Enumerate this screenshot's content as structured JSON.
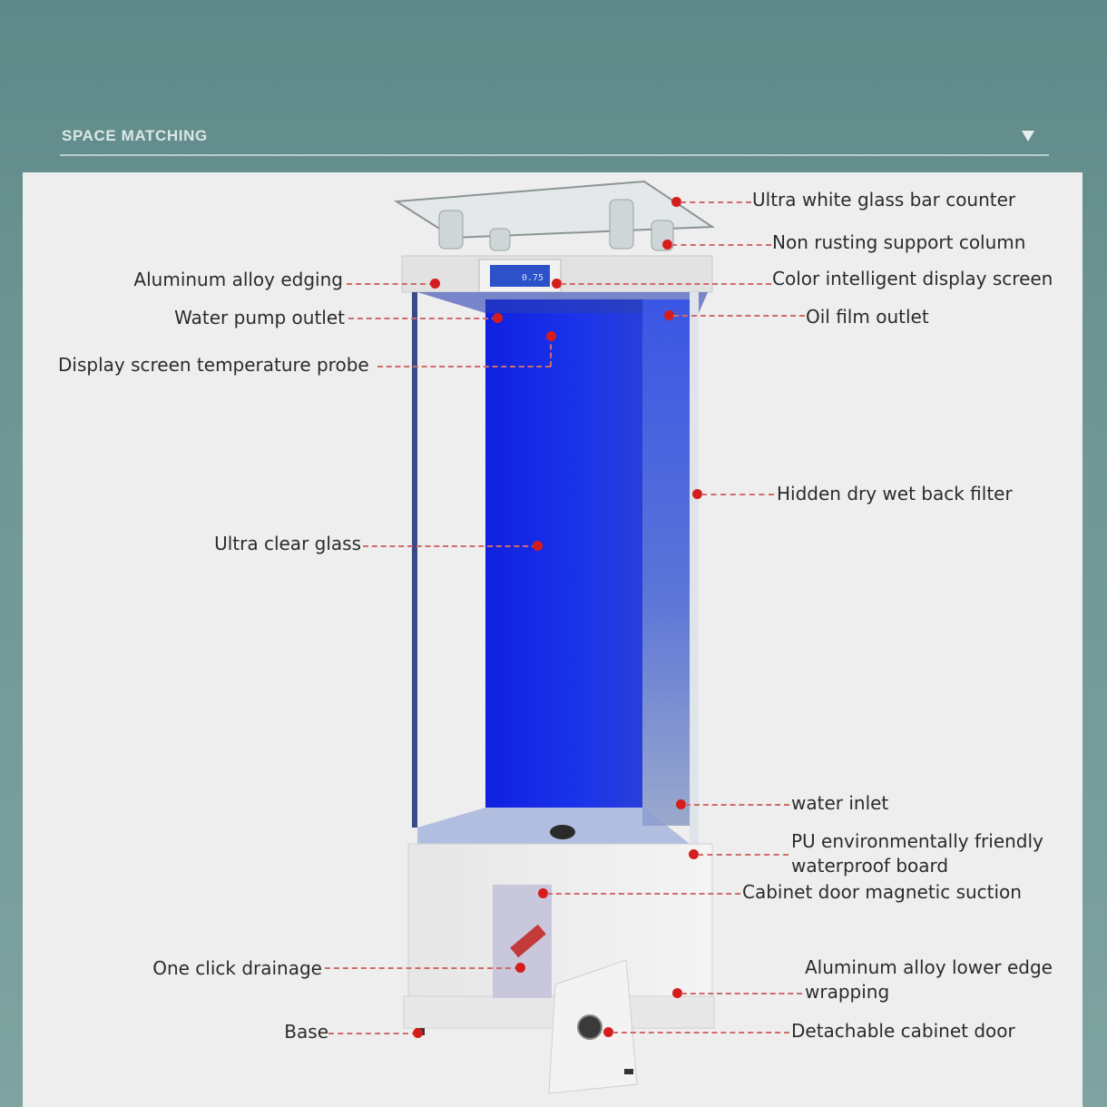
{
  "header": {
    "title": "SPACE MATCHING",
    "toggle_icon": "caret-down-icon"
  },
  "colors": {
    "background": "#6f9795",
    "panel": "#eeeeee",
    "water": "#1a34e0",
    "marker": "#d61d1d",
    "leader_line": "#d06b6b",
    "label_text": "#2b2b2b"
  },
  "labels": {
    "left": [
      {
        "text": "Aluminum alloy edging"
      },
      {
        "text": "Water pump outlet"
      },
      {
        "text": "Display screen temperature probe"
      },
      {
        "text": "Ultra clear glass"
      },
      {
        "text": "One click drainage"
      },
      {
        "text": "Base"
      }
    ],
    "right": [
      {
        "text": "Ultra white glass bar counter"
      },
      {
        "text": "Non rusting support column"
      },
      {
        "text": "Color intelligent display screen"
      },
      {
        "text": "Oil film outlet"
      },
      {
        "text": "Hidden dry wet back filter"
      },
      {
        "text": "water inlet"
      },
      {
        "text": "PU environmentally friendly waterproof board"
      },
      {
        "text": "Cabinet door magnetic suction"
      },
      {
        "text": "Aluminum alloy lower edge wrapping"
      },
      {
        "text": "Detachable cabinet door"
      }
    ]
  },
  "product": {
    "name": "aquarium-cabinet",
    "display_screen": {
      "readout": "0.75"
    }
  }
}
